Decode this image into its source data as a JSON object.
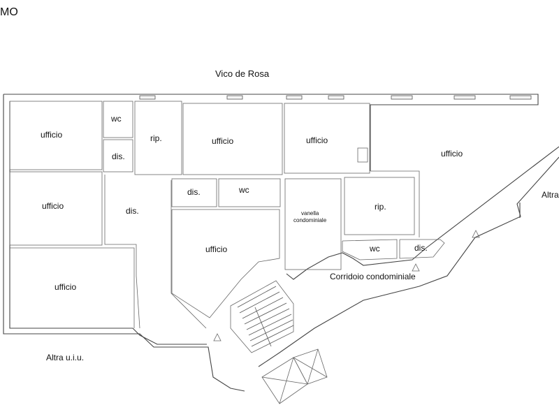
{
  "title": "MO",
  "street": "Vico de Rosa",
  "neighbor_bottom": "Altra u.i.u.",
  "neighbor_right": "Altra",
  "corridor": "Corridoio condominiale",
  "rooms": {
    "office_1": "ufficio",
    "office_2": "ufficio",
    "office_3": "ufficio",
    "office_4": "ufficio",
    "office_5": "ufficio",
    "office_6": "ufficio",
    "office_7": "ufficio",
    "wc_1": "wc",
    "wc_2": "wc",
    "wc_3": "wc",
    "dis_1": "dis.",
    "dis_2": "dis.",
    "dis_3": "dis.",
    "dis_4": "dis.",
    "rip_1": "rip.",
    "rip_2": "rip.",
    "vanella_line1": "vanella",
    "vanella_line2": "condominiale"
  }
}
